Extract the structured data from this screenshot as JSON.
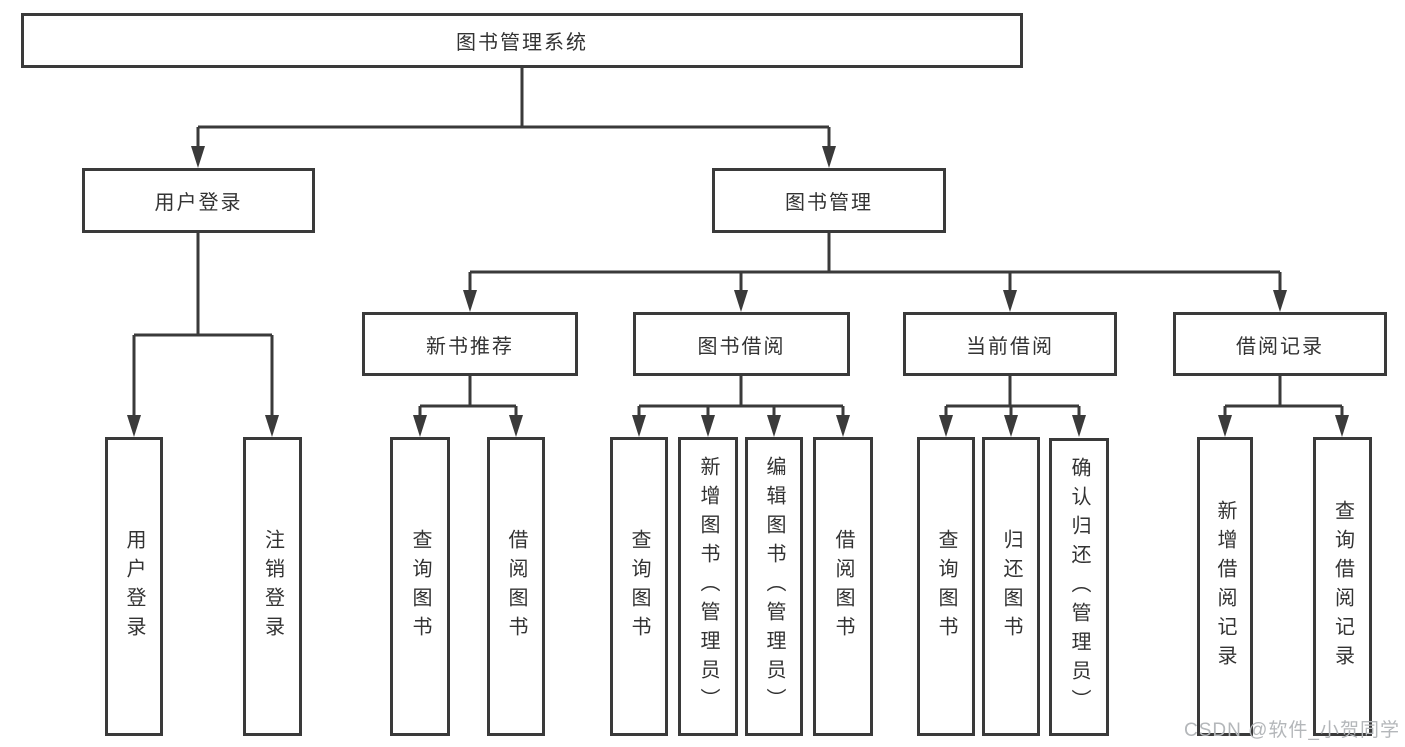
{
  "tree": {
    "label": "图书管理系统",
    "children": [
      {
        "label": "用户登录",
        "children": [
          {
            "label": "用户登录"
          },
          {
            "label": "注销登录"
          }
        ]
      },
      {
        "label": "图书管理",
        "children": [
          {
            "label": "新书推荐",
            "children": [
              {
                "label": "查询图书"
              },
              {
                "label": "借阅图书"
              }
            ]
          },
          {
            "label": "图书借阅",
            "children": [
              {
                "label": "查询图书"
              },
              {
                "label": "新增图书（管理员）"
              },
              {
                "label": "编辑图书（管理员）"
              },
              {
                "label": "借阅图书"
              }
            ]
          },
          {
            "label": "当前借阅",
            "children": [
              {
                "label": "查询图书"
              },
              {
                "label": "归还图书"
              },
              {
                "label": "确认归还（管理员）"
              }
            ]
          },
          {
            "label": "借阅记录",
            "children": [
              {
                "label": "新增借阅记录"
              },
              {
                "label": "查询借阅记录"
              }
            ]
          }
        ]
      }
    ]
  },
  "watermark": {
    "text": "CSDN @软件_小贺同学"
  },
  "colors": {
    "line": "#3a3a3a",
    "text": "#333333",
    "watermark": "#b4b7ba",
    "background": "#ffffff"
  }
}
